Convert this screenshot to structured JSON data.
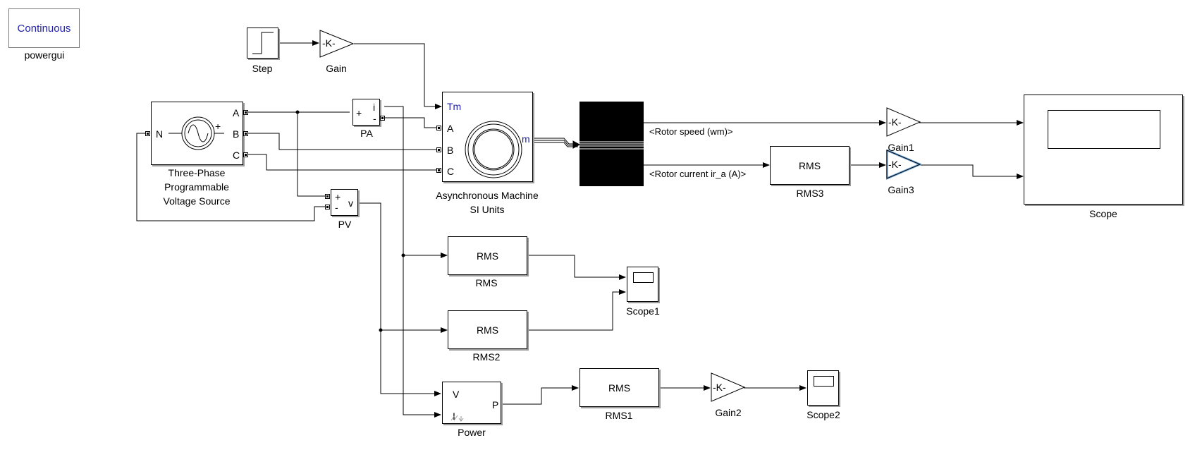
{
  "powergui": {
    "mode": "Continuous",
    "name": "powergui"
  },
  "blocks": {
    "step": {
      "name": "Step"
    },
    "gain": {
      "symbol": "-K-",
      "name": "Gain"
    },
    "source": {
      "name_l1": "Three-Phase",
      "name_l2": "Programmable",
      "name_l3": "Voltage Source",
      "port_n": "N",
      "port_a": "A",
      "port_b": "B",
      "port_c": "C",
      "plus": "+"
    },
    "pa": {
      "name": "PA",
      "plus": "+",
      "minus": "-",
      "out": "i"
    },
    "pv": {
      "name": "PV",
      "plus": "+",
      "minus": "-",
      "out": "v"
    },
    "machine": {
      "name_l1": "Asynchronous Machine",
      "name_l2": "SI Units",
      "port_tm": "Tm",
      "port_a": "A",
      "port_b": "B",
      "port_c": "C",
      "port_m": "m"
    },
    "bus_signal_1": "<Rotor speed (wm)>",
    "bus_signal_2": "<Rotor current ir_a (A)>",
    "gain1": {
      "symbol": "-K-",
      "name": "Gain1"
    },
    "gain3": {
      "symbol": "-K-",
      "name": "Gain3"
    },
    "gain2": {
      "symbol": "-K-",
      "name": "Gain2"
    },
    "rms": {
      "text": "RMS",
      "name": "RMS"
    },
    "rms1": {
      "text": "RMS",
      "name": "RMS1"
    },
    "rms2": {
      "text": "RMS",
      "name": "RMS2"
    },
    "rms3": {
      "text": "RMS",
      "name": "RMS3"
    },
    "scope": {
      "name": "Scope"
    },
    "scope1": {
      "name": "Scope1"
    },
    "scope2": {
      "name": "Scope2"
    },
    "power": {
      "name": "Power",
      "port_v": "V",
      "port_i": "I",
      "port_p": "P"
    }
  },
  "colors": {
    "port_label_blue": "#2222aa",
    "wire": "#000000",
    "demux_fill": "#000000",
    "selected_gain": "#6fa8dc"
  }
}
